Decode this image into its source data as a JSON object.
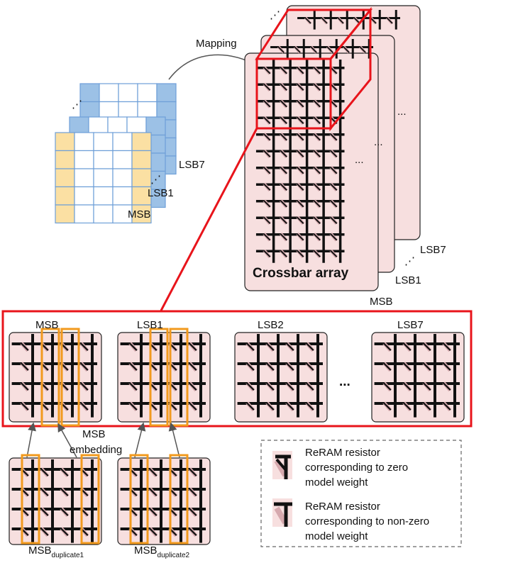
{
  "labels": {
    "mapping": "Mapping",
    "crossbar_array": "Crossbar array",
    "matrix_msb": "MSB",
    "matrix_lsb1": "LSB1",
    "matrix_lsb7": "LSB7",
    "stack_msb": "MSB",
    "stack_lsb1": "LSB1",
    "stack_lsb7": "LSB7",
    "row_msb": "MSB",
    "row_lsb1": "LSB1",
    "row_lsb2": "LSB2",
    "row_lsb7": "LSB7",
    "row_ellipsis": "...",
    "msb_embedding_line1": "MSB",
    "msb_embedding_line2": "embedding",
    "dup1_base": "MSB",
    "dup1_sub": "duplicate1",
    "dup2_base": "MSB",
    "dup2_sub": "duplicate2"
  },
  "legend": {
    "zero_line1": "ReRAM resistor",
    "zero_line2": "corresponding to zero",
    "zero_line3": "model weight",
    "nonzero_line1": "ReRAM resistor",
    "nonzero_line2": "corresponding to non-zero",
    "nonzero_line3": "model weight"
  },
  "colors": {
    "pink": "#f7dfdf",
    "orange": "#f29a1e",
    "red": "#e8141b",
    "blue": "#9cc1e6",
    "blue_border": "#6f9fd8",
    "yellow": "#fbe0a3",
    "resistor": "#d6a9ae"
  }
}
